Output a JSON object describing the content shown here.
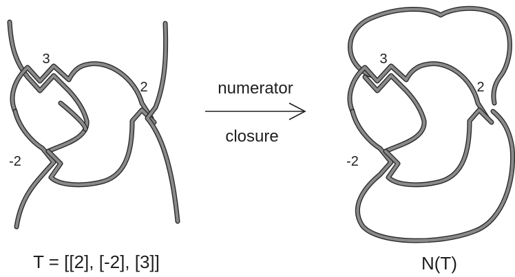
{
  "colors": {
    "strand": "#8a8a8a",
    "strand_edge": "#2a2a2a",
    "text": "#1e1e1e",
    "background": "#ffffff"
  },
  "left_tangle": {
    "twist_top": "3",
    "twist_right": "2",
    "twist_left": "-2",
    "caption": "T = [[2], [-2], [3]]"
  },
  "arrow": {
    "label_top": "numerator",
    "label_bottom": "closure"
  },
  "right_knot": {
    "twist_top": "3",
    "twist_right": "2",
    "twist_left": "-2",
    "caption": "N(T)"
  }
}
